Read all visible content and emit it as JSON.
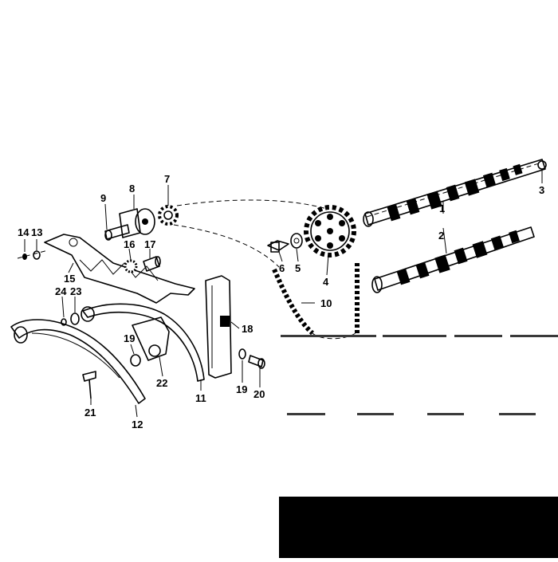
{
  "diagram": {
    "callouts": [
      {
        "id": "c1",
        "text": "1"
      },
      {
        "id": "c2",
        "text": "2"
      },
      {
        "id": "c3",
        "text": "3"
      },
      {
        "id": "c4",
        "text": "4"
      },
      {
        "id": "c5",
        "text": "5"
      },
      {
        "id": "c6",
        "text": "6"
      },
      {
        "id": "c7",
        "text": "7"
      },
      {
        "id": "c8",
        "text": "8"
      },
      {
        "id": "c9",
        "text": "9"
      },
      {
        "id": "c10",
        "text": "10"
      },
      {
        "id": "c11",
        "text": "11"
      },
      {
        "id": "c12",
        "text": "12"
      },
      {
        "id": "c13",
        "text": "13"
      },
      {
        "id": "c14",
        "text": "14"
      },
      {
        "id": "c15",
        "text": "15"
      },
      {
        "id": "c16",
        "text": "16"
      },
      {
        "id": "c17",
        "text": "17"
      },
      {
        "id": "c18",
        "text": "18"
      },
      {
        "id": "c19a",
        "text": "19"
      },
      {
        "id": "c19b",
        "text": "19"
      },
      {
        "id": "c20",
        "text": "20"
      },
      {
        "id": "c21",
        "text": "21"
      },
      {
        "id": "c22",
        "text": "22"
      },
      {
        "id": "c23",
        "text": "23"
      },
      {
        "id": "c24",
        "text": "24"
      }
    ]
  }
}
